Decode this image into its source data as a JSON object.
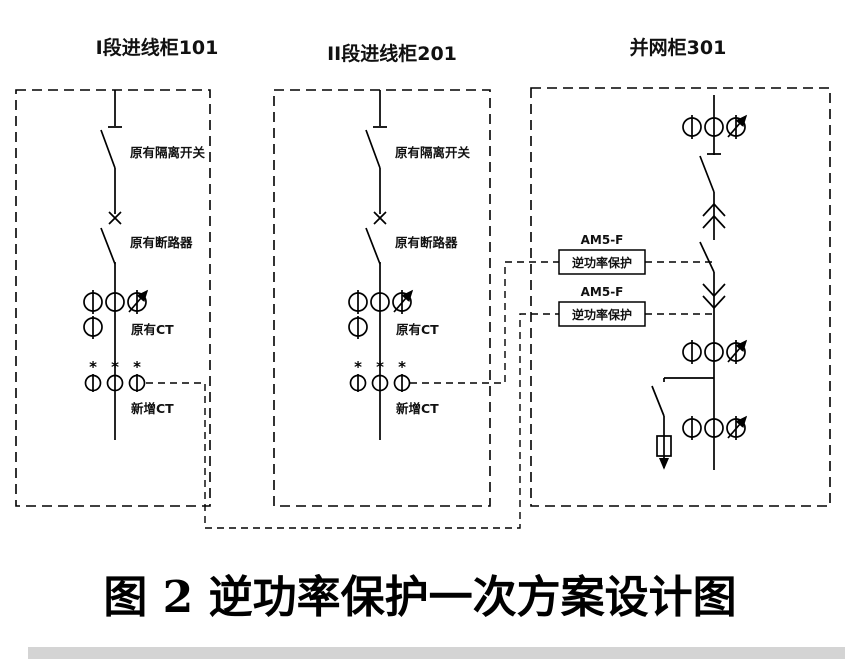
{
  "diagram": {
    "cabinet1": {
      "title": "I段进线柜101",
      "label_disconnect": "原有隔离开关",
      "label_breaker": "原有断路器",
      "label_ct": "原有CT",
      "label_new_ct": "新增CT"
    },
    "cabinet2": {
      "title": "II段进线柜201",
      "label_disconnect": "原有隔离开关",
      "label_breaker": "原有断路器",
      "label_ct": "原有CT",
      "label_new_ct": "新增CT"
    },
    "cabinet3": {
      "title": "并网柜301"
    },
    "protection1": {
      "model": "AM5-F",
      "name": "逆功率保护"
    },
    "protection2": {
      "model": "AM5-F",
      "name": "逆功率保护"
    },
    "symbols": {
      "polarity_mark": "*"
    }
  },
  "caption": "图 2 逆功率保护一次方案设计图",
  "colors": {
    "line": "#000000",
    "background": "#ffffff",
    "footer_bar": "#d4d4d4"
  }
}
